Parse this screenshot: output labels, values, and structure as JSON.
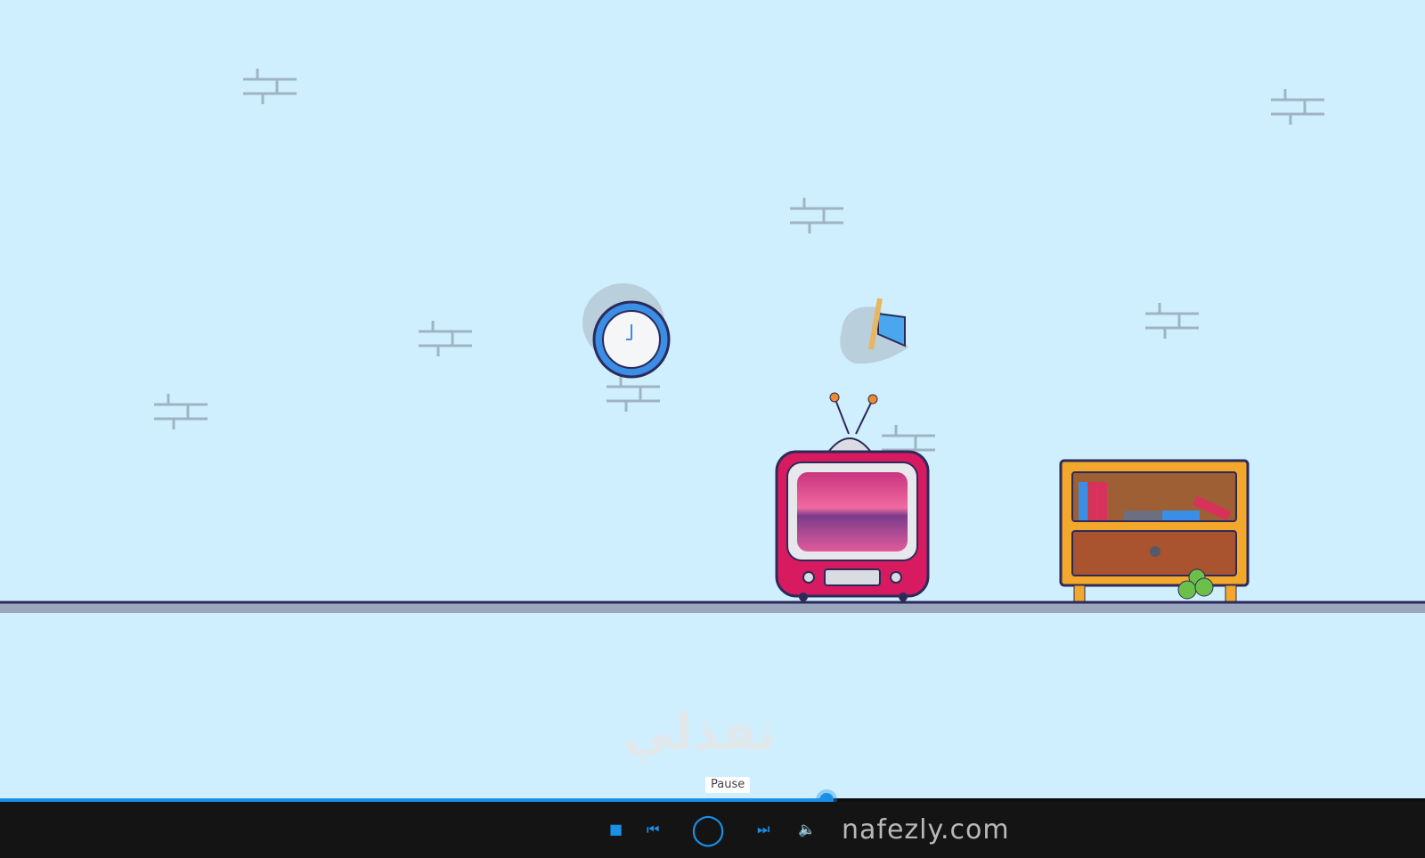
{
  "player": {
    "progress_percent": 58,
    "tooltip": "Pause",
    "controls": {
      "stop": "■",
      "previous": "⏮",
      "play_pause": "◯",
      "next": "⏭",
      "volume": "🔈"
    }
  },
  "watermark": {
    "arabic": "نفذلي",
    "latin": "nafezly.com"
  },
  "colors": {
    "background": "#cfeffe",
    "accent": "#1a8fe8",
    "tv": "#d81b60",
    "cabinet": "#f3a82c"
  }
}
